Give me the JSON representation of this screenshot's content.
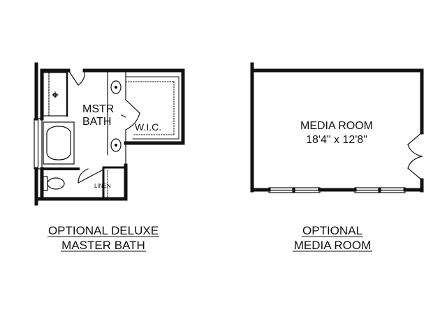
{
  "plans": {
    "bath": {
      "room_label_line1": "MSTR",
      "room_label_line2": "BATH",
      "closet_label": "W.I.C.",
      "linen_label": "LINEN",
      "caption_line1": "OPTIONAL DELUXE",
      "caption_line2": "MASTER BATH"
    },
    "media": {
      "room_label": "MEDIA ROOM",
      "dimensions": "18'4\" x 12'8\"",
      "caption_line1": "OPTIONAL",
      "caption_line2": "MEDIA ROOM"
    }
  },
  "colors": {
    "wall": "#111111",
    "background": "#ffffff"
  }
}
